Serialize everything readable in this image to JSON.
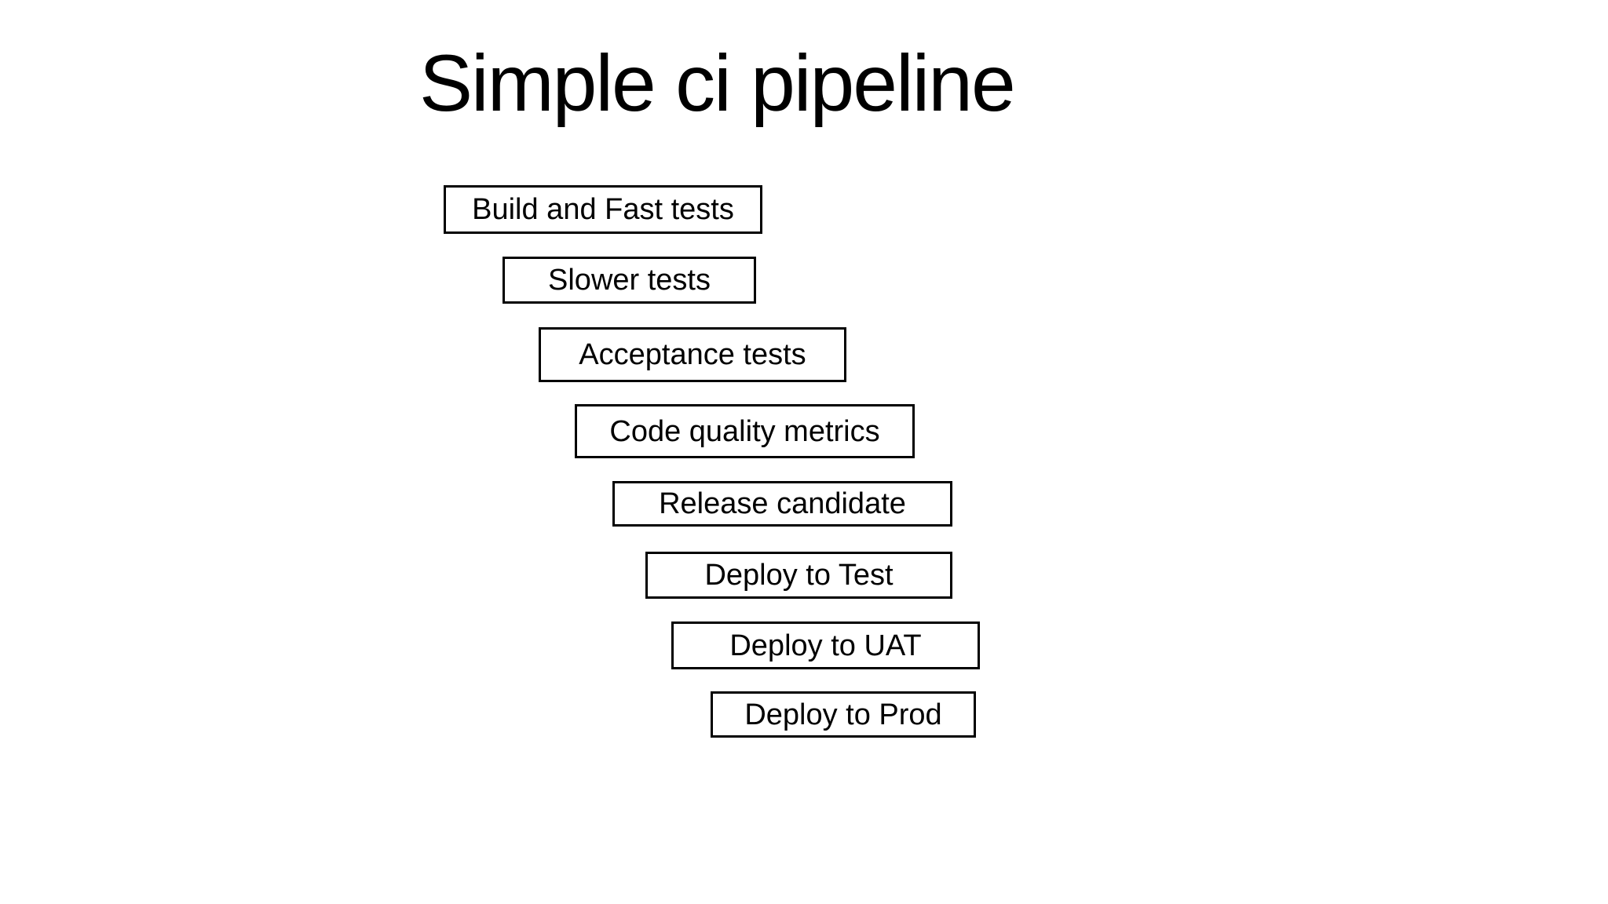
{
  "slide": {
    "title": "Simple ci pipeline",
    "background_color": "#ffffff",
    "title_color": "#000000"
  },
  "pipeline": {
    "box_border_color": "#000000",
    "box_fill_color": "#ffffff",
    "box_text_color": "#000000",
    "steps": [
      {
        "label": "Build and Fast tests"
      },
      {
        "label": "Slower tests"
      },
      {
        "label": "Acceptance tests"
      },
      {
        "label": "Code quality metrics"
      },
      {
        "label": "Release candidate"
      },
      {
        "label": "Deploy to Test"
      },
      {
        "label": "Deploy to UAT"
      },
      {
        "label": "Deploy to Prod"
      }
    ]
  }
}
